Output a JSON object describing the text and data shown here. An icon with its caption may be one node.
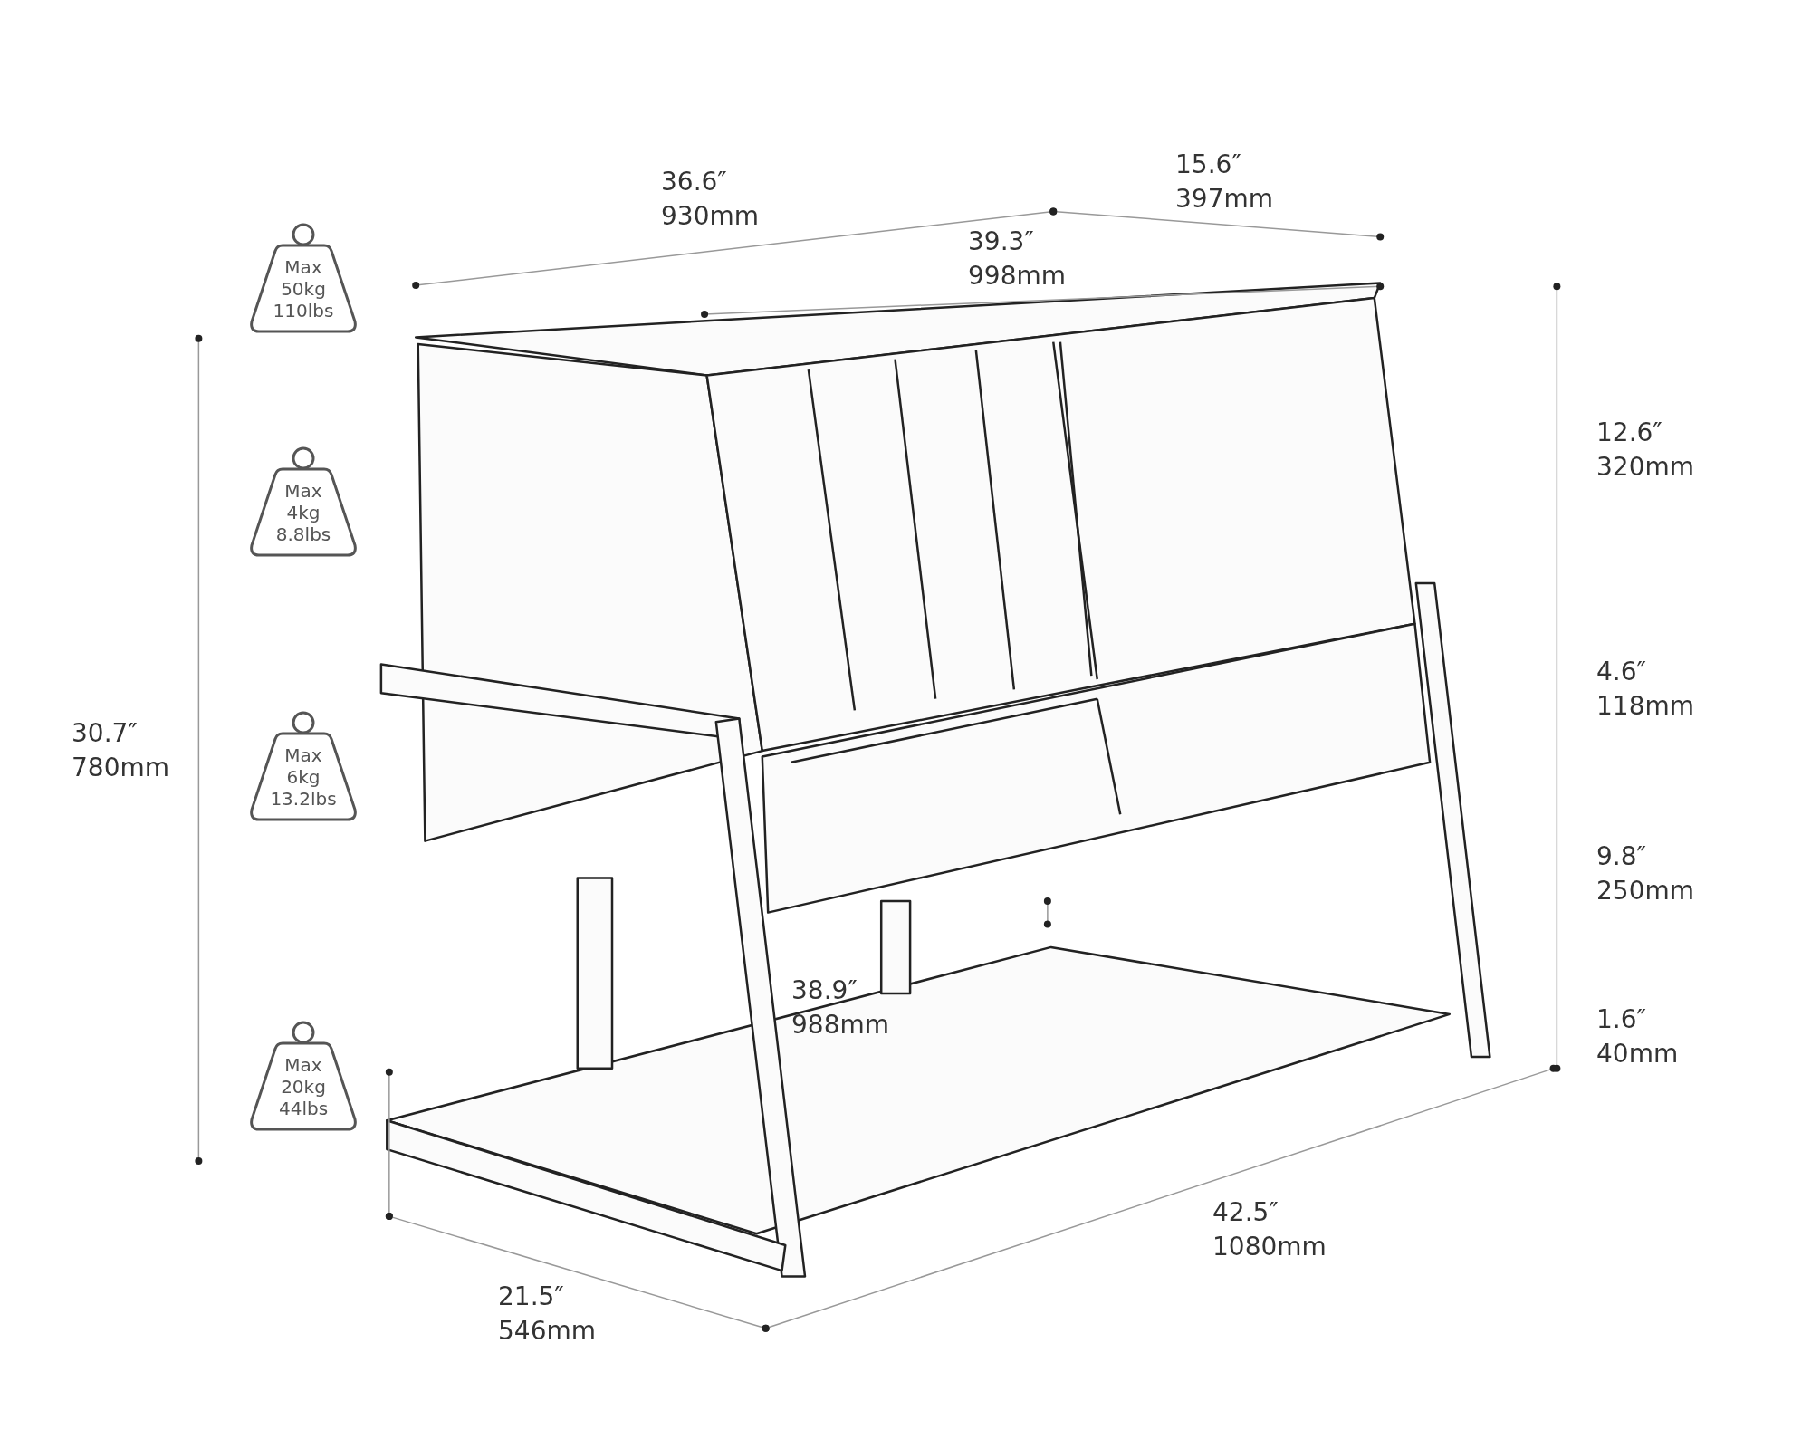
{
  "diagram": {
    "nodes": [
      {
        "text": [
          "Max 50kg 110lbs"
        ]
      },
      {
        "text": [
          "Max 4kg 8.8lbs"
        ]
      },
      {
        "text": [
          "Max 6kg 13.2lbs"
        ]
      },
      {
        "text": [
          "Max 20kg 44lbs"
        ]
      }
    ],
    "edges": [],
    "labels": [
      "36.6″ 930mm",
      "15.6″ 397mm",
      "39.3″ 998mm",
      "12.6″ 320mm",
      "4.6″ 118mm",
      "30.7″ 780mm",
      "9.8″ 250mm",
      "38.9″ 988mm",
      "1.6″ 40mm",
      "42.5″ 1080mm",
      "21.5″ 546mm"
    ]
  }
}
